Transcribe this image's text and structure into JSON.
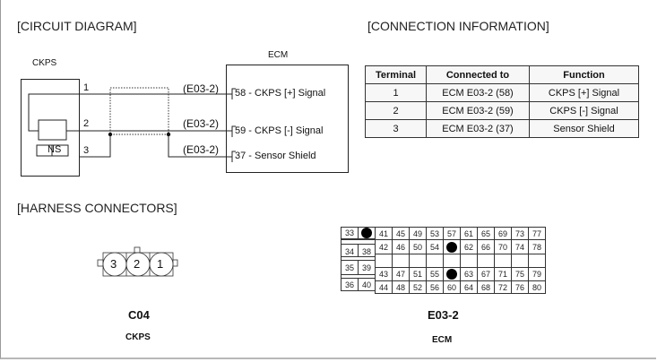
{
  "sections": {
    "circuit_diagram": "[CIRCUIT DIAGRAM]",
    "connection_information": "[CONNECTION INFORMATION]",
    "harness_connectors": "[HARNESS CONNECTORS]"
  },
  "circuit": {
    "sensor_label": "CKPS",
    "ecm_label": "ECM",
    "magnet_n": "N",
    "magnet_s": "S",
    "wires": [
      {
        "pin": "1",
        "connector": "(E03-2)",
        "ecm_pin": "58",
        "ecm_label": " - CKPS [+] Signal"
      },
      {
        "pin": "2",
        "connector": "(E03-2)",
        "ecm_pin": "59",
        "ecm_label": " - CKPS [-] Signal"
      },
      {
        "pin": "3",
        "connector": "(E03-2)",
        "ecm_pin": "37",
        "ecm_label": " - Sensor Shield"
      }
    ]
  },
  "connection_table": {
    "headers": [
      "Terminal",
      "Connected to",
      "Function"
    ],
    "rows": [
      [
        "1",
        "ECM E03-2 (58)",
        "CKPS [+] Signal"
      ],
      [
        "2",
        "ECM E03-2 (59)",
        "CKPS [-] Signal"
      ],
      [
        "3",
        "ECM E03-2 (37)",
        "Sensor Shield"
      ]
    ]
  },
  "harness": {
    "c04": {
      "pins": [
        "3",
        "2",
        "1"
      ],
      "name": "C04",
      "description": "CKPS"
    },
    "e03_2": {
      "name": "E03-2",
      "description": "ECM",
      "left_block": [
        [
          "33",
          "•"
        ],
        [
          "34",
          "38"
        ],
        [
          "35",
          "39"
        ],
        [
          "36",
          "40"
        ]
      ],
      "row1": [
        "41",
        "45",
        "49",
        "53",
        "57",
        "61",
        "65",
        "69",
        "73",
        "77"
      ],
      "row2": [
        "42",
        "46",
        "50",
        "54",
        "•",
        "62",
        "66",
        "70",
        "74",
        "78"
      ],
      "row3": [
        "43",
        "47",
        "51",
        "55",
        "•",
        "63",
        "67",
        "71",
        "75",
        "79"
      ],
      "row4": [
        "44",
        "48",
        "52",
        "56",
        "60",
        "64",
        "68",
        "72",
        "76",
        "80"
      ]
    }
  }
}
